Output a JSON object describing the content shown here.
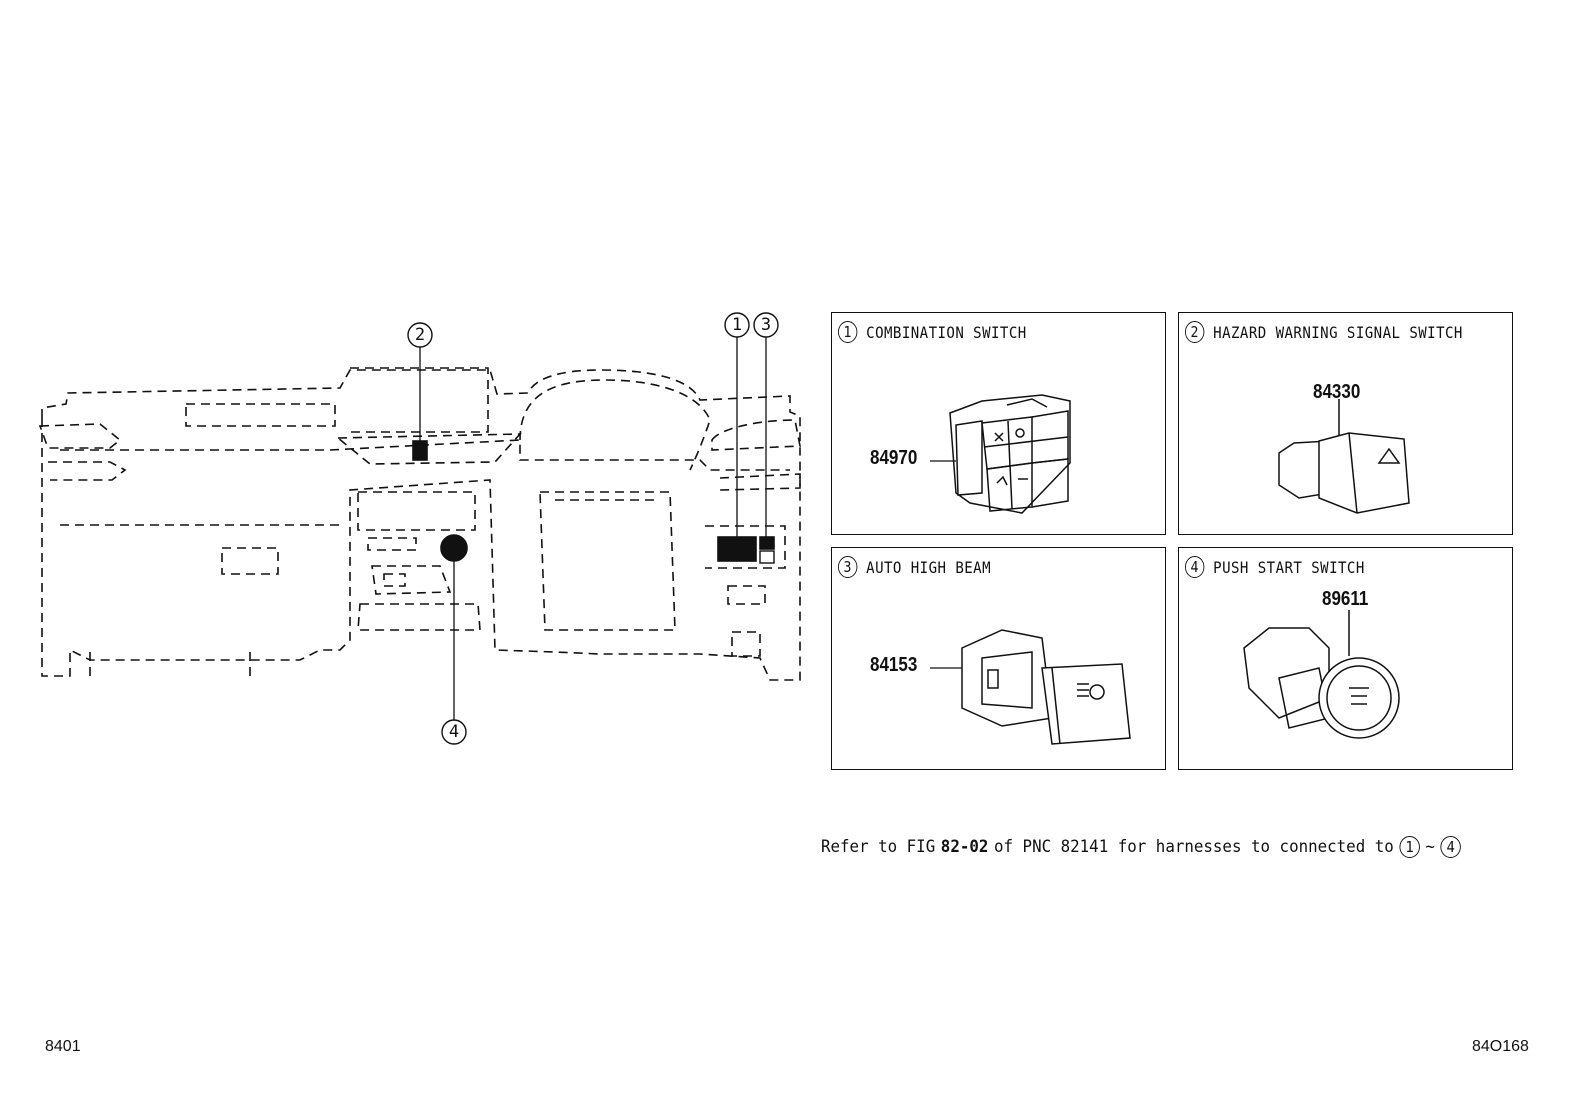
{
  "dashboard": {
    "callouts": [
      "1",
      "3",
      "2",
      "4"
    ]
  },
  "panels": [
    {
      "number": "1",
      "title": "COMBINATION SWITCH",
      "part": "84970"
    },
    {
      "number": "2",
      "title": "HAZARD WARNING SIGNAL SWITCH",
      "part": "84330"
    },
    {
      "number": "3",
      "title": "AUTO HIGH BEAM",
      "part": "84153"
    },
    {
      "number": "4",
      "title": "PUSH START SWITCH",
      "part": "89611"
    }
  ],
  "note": {
    "prefix": "Refer to FIG",
    "fig": "82-02",
    "mid": "of PNC 82141 for harnesses to connected to",
    "from": "1",
    "tilde": "~",
    "to": "4"
  },
  "footer": {
    "left": "8401",
    "right": "84O168"
  }
}
